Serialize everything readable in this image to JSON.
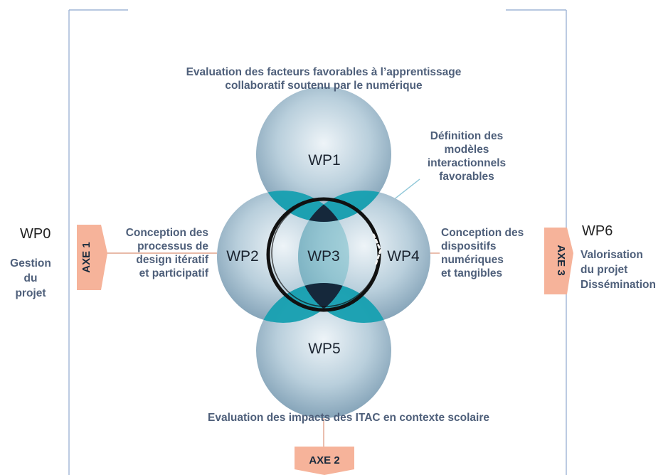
{
  "axes": {
    "axe1": "AXE 1",
    "axe2": "AXE 2",
    "axe3": "AXE 3"
  },
  "circles": {
    "wp1": "WP1",
    "wp2": "WP2",
    "wp3": "WP3",
    "wp4": "WP4",
    "wp5": "WP5"
  },
  "labels": {
    "top": [
      "Evaluation des facteurs favorables à l’apprentissage",
      "collaboratif soutenu par le numérique"
    ],
    "bottom": "Evaluation des impacts des ITAC en contexte scolaire",
    "left": [
      "Conception des",
      "processus de",
      "design itératif",
      "et participatif"
    ],
    "right": [
      "Conception des",
      "dispositifs",
      "numériques",
      "et tangibles"
    ],
    "wp3_note": [
      "Définition des",
      "modèles",
      "interactionnels",
      "favorables"
    ]
  },
  "wp0": {
    "title": "WP0",
    "lines": [
      "Gestion",
      "du",
      "projet"
    ]
  },
  "wp6": {
    "title": "WP6",
    "lines": [
      "Valorisation",
      "du projet",
      "Dissémination"
    ]
  },
  "colors": {
    "frame": "#9fb5d6",
    "arrow": "#f6b39a",
    "sphere_light": "#e9f0f5",
    "sphere_dark": "#7f9fb4",
    "overlap": "#16a0b1",
    "core": "#15283b",
    "text": "#4e5f7a"
  }
}
